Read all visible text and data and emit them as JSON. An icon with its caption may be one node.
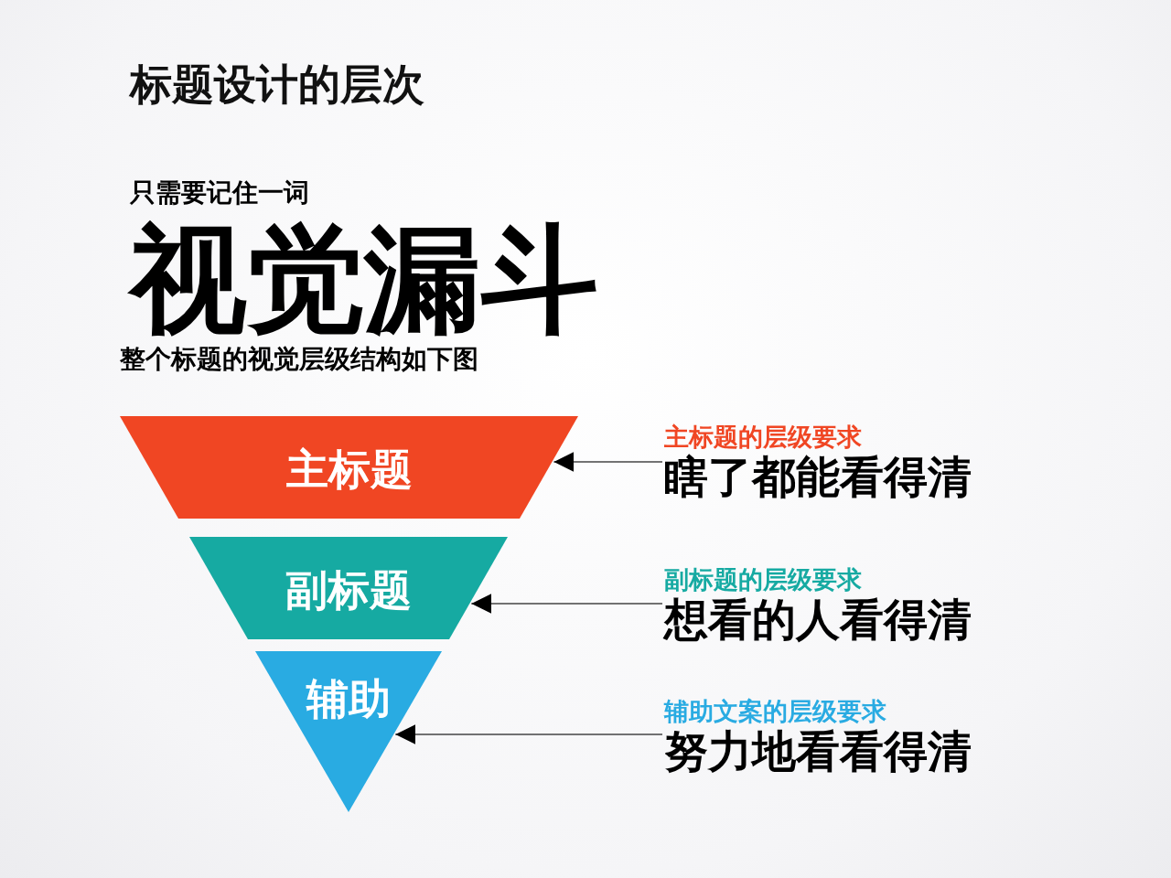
{
  "diagram": {
    "title": "标题设计的层次",
    "nodes": [
      {
        "text": [
          "主标题"
        ]
      },
      {
        "text": [
          "副标题"
        ]
      },
      {
        "text": [
          "辅助"
        ]
      },
      {
        "text": [
          "主标题的层级要求",
          "瞎了都能看得清"
        ]
      },
      {
        "text": [
          "副标题的层级要求",
          "想看的人看得清"
        ]
      },
      {
        "text": [
          "辅助文案的层级要求",
          "努力地看看得清"
        ]
      }
    ],
    "edges": [
      {
        "from": 3,
        "to": 0,
        "arrow": "to"
      },
      {
        "from": 4,
        "to": 1,
        "arrow": "to"
      },
      {
        "from": 5,
        "to": 2,
        "arrow": "to"
      }
    ],
    "labels": [
      "只需要记住一词",
      "视觉漏斗",
      "整个标题的视觉层级结构如下图"
    ]
  }
}
